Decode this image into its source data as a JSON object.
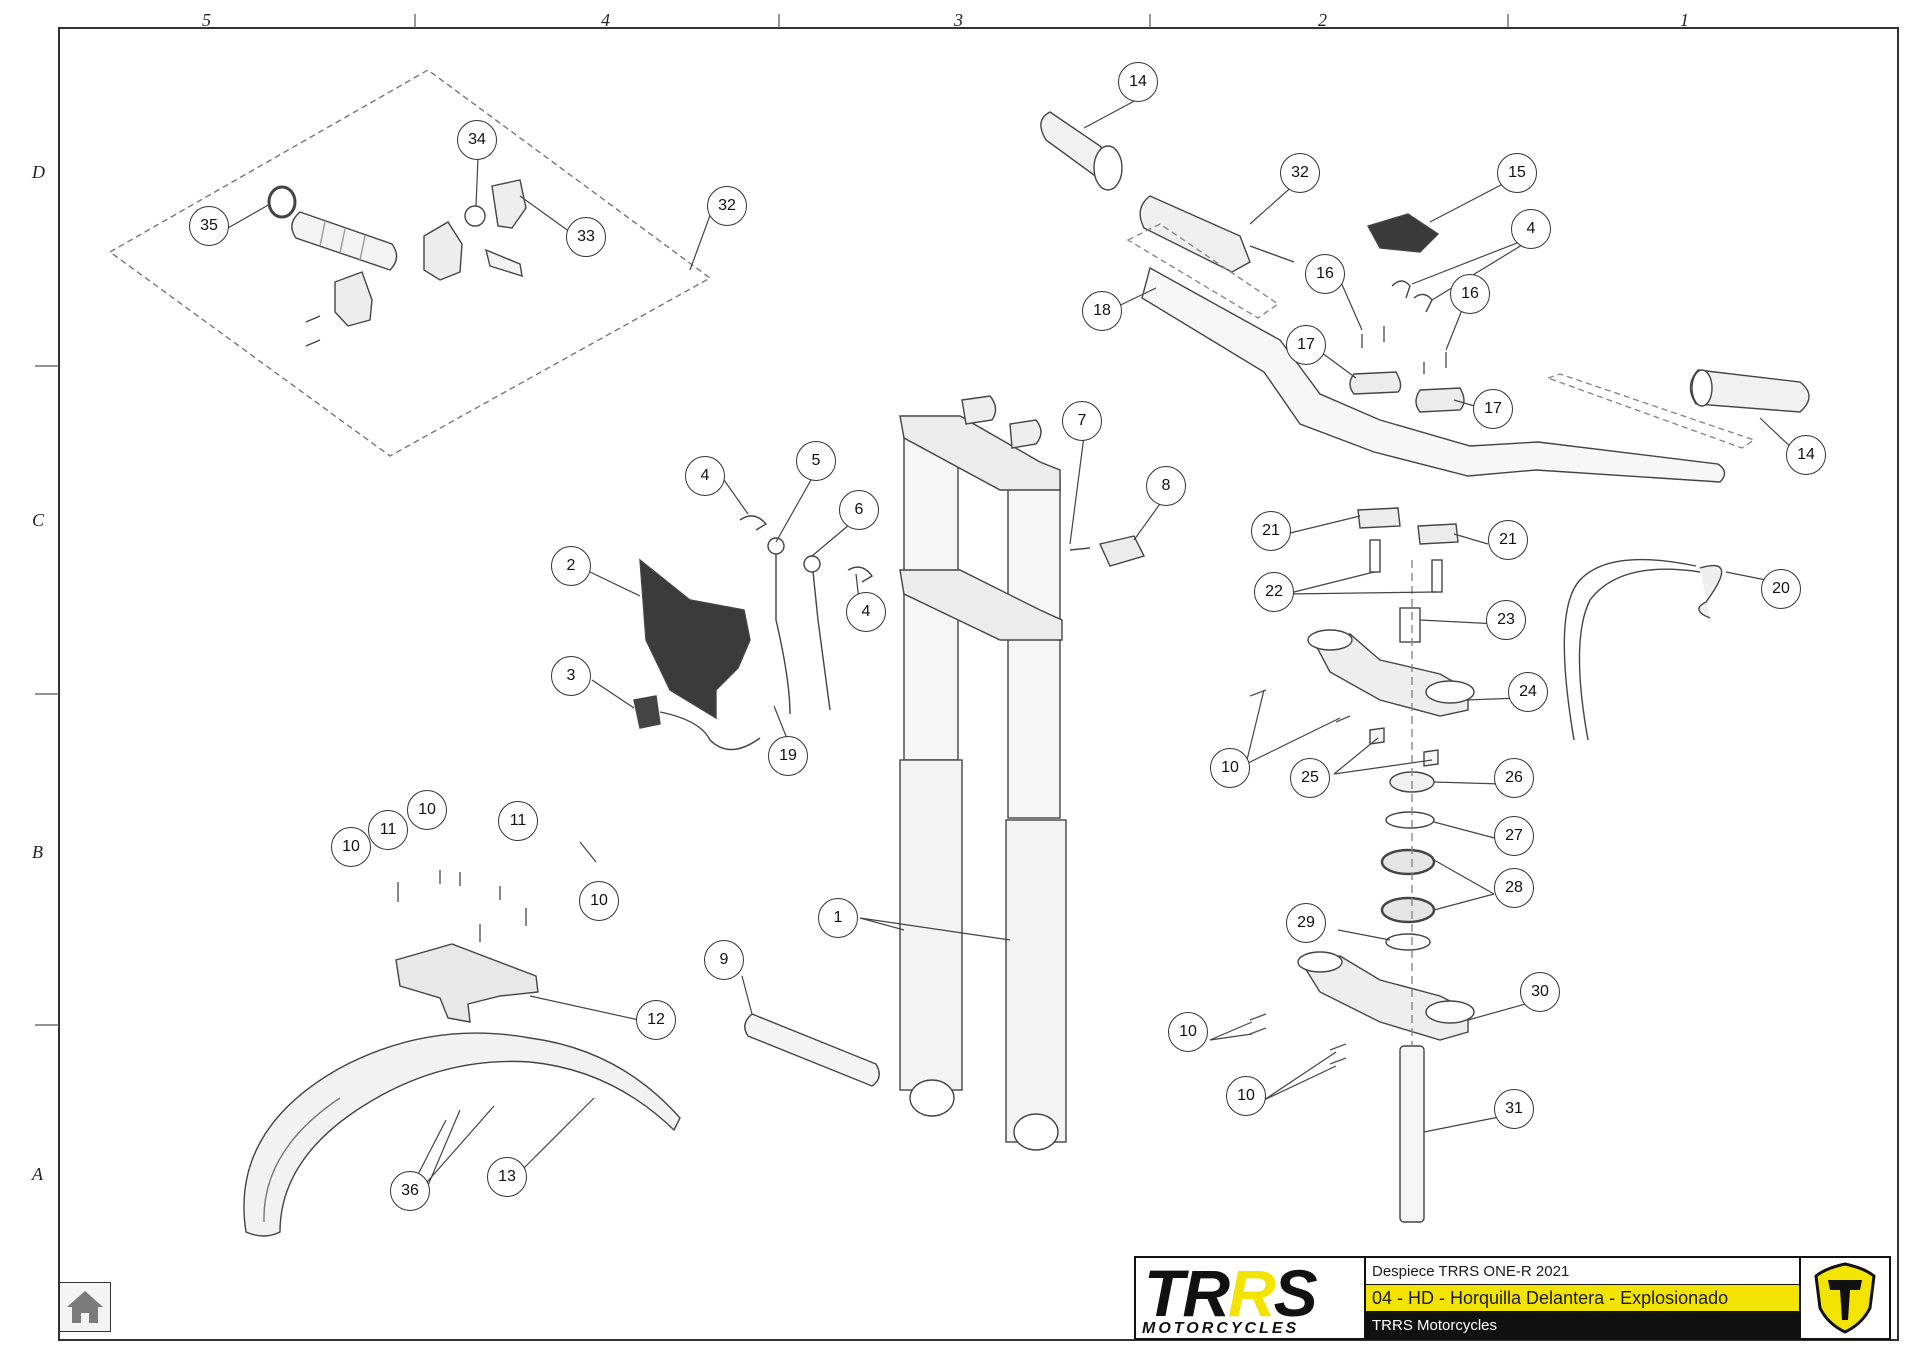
{
  "sheet": {
    "column_labels": [
      "5",
      "4",
      "3",
      "2",
      "1"
    ],
    "row_labels": [
      "D",
      "C",
      "B",
      "A"
    ]
  },
  "callouts": {
    "c1": "1",
    "c2": "2",
    "c3": "3",
    "c4a": "4",
    "c4b": "4",
    "c4c": "4",
    "c5": "5",
    "c6": "6",
    "c7": "7",
    "c8": "8",
    "c9": "9",
    "c10a": "10",
    "c10b": "10",
    "c10c": "10",
    "c10d": "10",
    "c10e": "10",
    "c10f": "10",
    "c11a": "11",
    "c11b": "11",
    "c12": "12",
    "c13": "13",
    "c14a": "14",
    "c14b": "14",
    "c15": "15",
    "c16a": "16",
    "c16b": "16",
    "c17a": "17",
    "c17b": "17",
    "c18": "18",
    "c19": "19",
    "c20": "20",
    "c21a": "21",
    "c21b": "21",
    "c22": "22",
    "c23": "23",
    "c24": "24",
    "c25": "25",
    "c26": "26",
    "c27": "27",
    "c28": "28",
    "c29": "29",
    "c30": "30",
    "c31": "31",
    "c32a": "32",
    "c32b": "32",
    "c33": "33",
    "c34": "34",
    "c35": "35",
    "c36": "36"
  },
  "title_block": {
    "logo_text_a": "TR",
    "logo_text_r": "R",
    "logo_text_b": "S",
    "logo_sub": "MOTORCYCLES",
    "document": "Despiece TRRS ONE-R  2021",
    "title": "04 - HD - Horquilla Delantera - Explosionado",
    "company": "TRRS Motorcycles"
  },
  "colors": {
    "brand_yellow": "#f3e400",
    "line": "#333333"
  },
  "icons": {
    "home": "home-icon",
    "emblem": "trrs-shield-emblem-icon"
  }
}
